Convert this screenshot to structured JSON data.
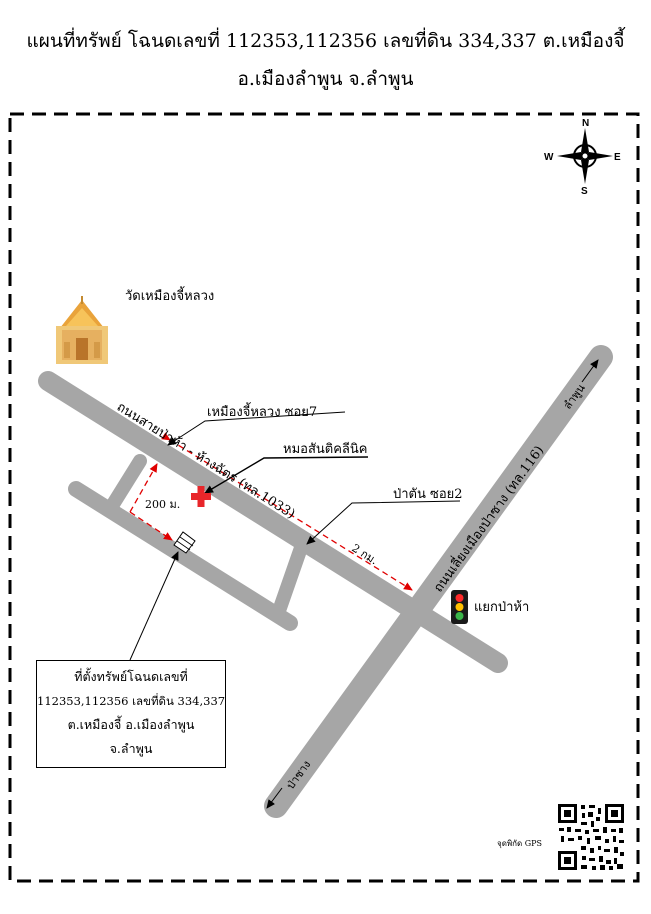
{
  "header": {
    "title_line1": "แผนที่ทรัพย์ โฉนดเลขที่ 112353,112356 เลขที่ดิน 334,337 ต.เหมืองจี้",
    "title_line2": "อ.เมืองลำพูน จ.ลำพูน"
  },
  "compass": {
    "north": "N",
    "south": "S",
    "east": "E",
    "west": "W"
  },
  "landmarks": {
    "temple": "วัดเหมืองจี้หลวง",
    "soi7": "เหมืองจี้หลวง ซอย7",
    "clinic": "หมอสันติคลีนิค",
    "soi2": "ป่าตัน ซอย2",
    "traffic_light": "แยกป่าห้า"
  },
  "roads": {
    "main_road": "ถนนสายป่าห้า - ห้างฉัตร (ทล.1033)",
    "highway": "ถนนเลี่ยงเมืองป่าซาง (ทล.116)",
    "to_lamphun": "ลำพูน",
    "to_pasang": "ป่าซาง"
  },
  "distances": {
    "short": "200 ม.",
    "long": "2 กม."
  },
  "property_box": {
    "line1": "ที่ตั้งทรัพย์โฉนดเลขที่",
    "line2": "112353,112356 เลขที่ดิน 334,337",
    "line3": "ต.เหมืองจี้ อ.เมืองลำพูน",
    "line4": "จ.ลำพูน"
  },
  "qr": {
    "caption": "จุดพิกัด GPS"
  },
  "colors": {
    "road": "#a6a6a6",
    "route": "#ff0000",
    "cross": "#e8262a"
  }
}
